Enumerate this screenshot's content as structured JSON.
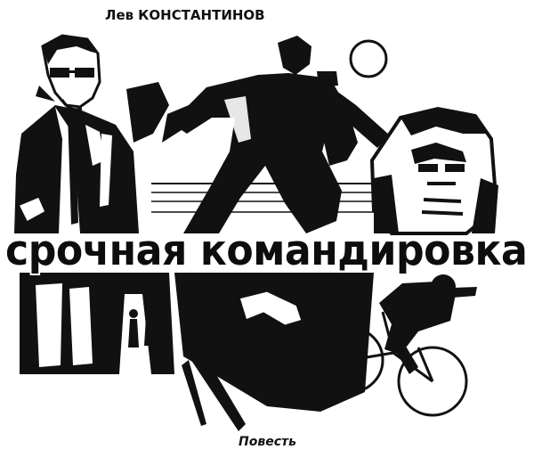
{
  "header": {
    "author_first": "Лев",
    "author_last": "КОНСТАНТИНОВ"
  },
  "title": "срочная командировка",
  "genre": "Повесть",
  "illustration": {
    "subjects": [
      "man-smoking-icon",
      "running-man-icon",
      "moon-icon",
      "worried-man-face-icon",
      "street-scene-icon",
      "hand-icon",
      "cyclist-icon",
      "knife-icon"
    ],
    "ink_color": "#0d0d0d",
    "paper_color": "#ffffff"
  }
}
